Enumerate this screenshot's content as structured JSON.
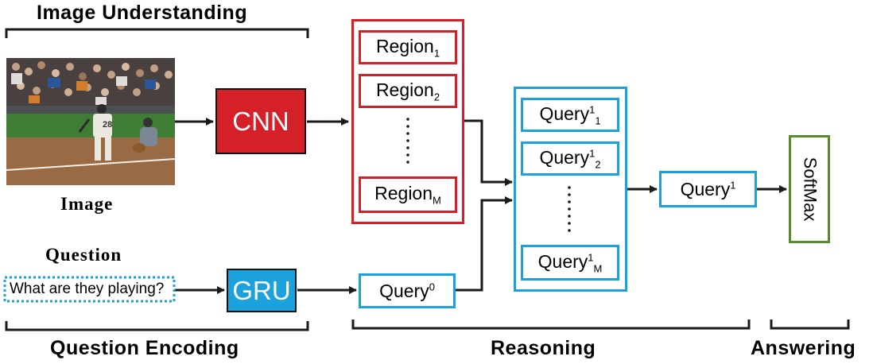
{
  "sections": {
    "image_understanding": "Image Understanding",
    "question_encoding": "Question Encoding",
    "reasoning": "Reasoning",
    "answering": "Answering"
  },
  "labels": {
    "image": "Image",
    "question": "Question",
    "question_text": "What are they playing?"
  },
  "modules": {
    "cnn": "CNN",
    "gru": "GRU",
    "softmax": "SoftMax"
  },
  "regions": [
    {
      "base": "Region",
      "sub": "1"
    },
    {
      "base": "Region",
      "sub": "2"
    },
    {
      "base": "Region",
      "sub": "M"
    }
  ],
  "queries": [
    {
      "base": "Query",
      "sup": "1",
      "sub": "1"
    },
    {
      "base": "Query",
      "sup": "1",
      "sub": "2"
    },
    {
      "base": "Query",
      "sup": "1",
      "sub": "M"
    }
  ],
  "query0": {
    "base": "Query",
    "sup": "0"
  },
  "query_out": {
    "base": "Query",
    "sup": "1"
  },
  "colors": {
    "red": "#d62028",
    "blue": "#1ba2dc",
    "green": "#5a8a2e",
    "cnn_fill": "#d62028",
    "gru_fill": "#1ba2dc"
  }
}
